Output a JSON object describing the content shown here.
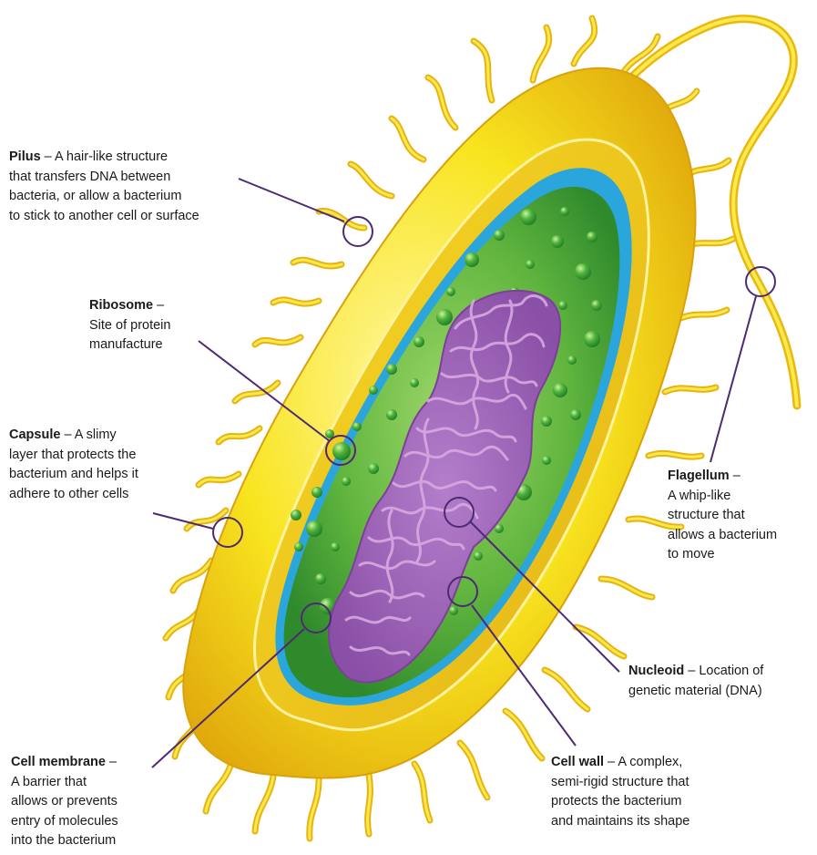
{
  "labels": {
    "pilus": {
      "name": "Pilus",
      "dash": " – ",
      "lines": [
        "A hair-like structure",
        "that transfers DNA between",
        "bacteria, or allow a bacterium",
        "to stick to another cell or surface"
      ]
    },
    "ribosome": {
      "name": "Ribosome",
      "dash": " –",
      "lines": [
        "",
        "Site of protein",
        "manufacture"
      ]
    },
    "capsule": {
      "name": "Capsule",
      "dash": " – ",
      "lines": [
        "A slimy",
        "layer that protects the",
        "bacterium and helps it",
        "adhere to other cells"
      ]
    },
    "flagellum": {
      "name": "Flagellum",
      "dash": " –",
      "lines": [
        "",
        "A whip-like",
        "structure that",
        "allows a bacterium",
        "to move"
      ]
    },
    "nucleoid": {
      "name": "Nucleoid",
      "dash": " – ",
      "lines": [
        "Location of",
        "genetic material (DNA)"
      ]
    },
    "membrane": {
      "name": "Cell membrane",
      "dash": " –",
      "lines": [
        "",
        "A barrier that",
        "allows or prevents",
        "entry of molecules",
        "into the bacterium"
      ]
    },
    "wall": {
      "name": "Cell wall",
      "dash": " – ",
      "lines": [
        "A complex,",
        "semi-rigid structure that",
        "protects the bacterium",
        "and maintains its shape"
      ]
    }
  },
  "colors": {
    "capsule": "#f7e21a",
    "cell_wall": "#f1d21b",
    "cytoplasm": "#66b843",
    "ribosome": "#3ea336",
    "nucleoid": "#9b62b0",
    "dna_strand": "#d7a9e1",
    "membrane_edge": "#2da9dd",
    "callout_line": "#4d2a73"
  },
  "icons": {
    "pilus": "pilus-icon",
    "flagellum": "flagellum-icon",
    "ribosome": "ribosome-icon",
    "nucleoid": "nucleoid-icon"
  }
}
